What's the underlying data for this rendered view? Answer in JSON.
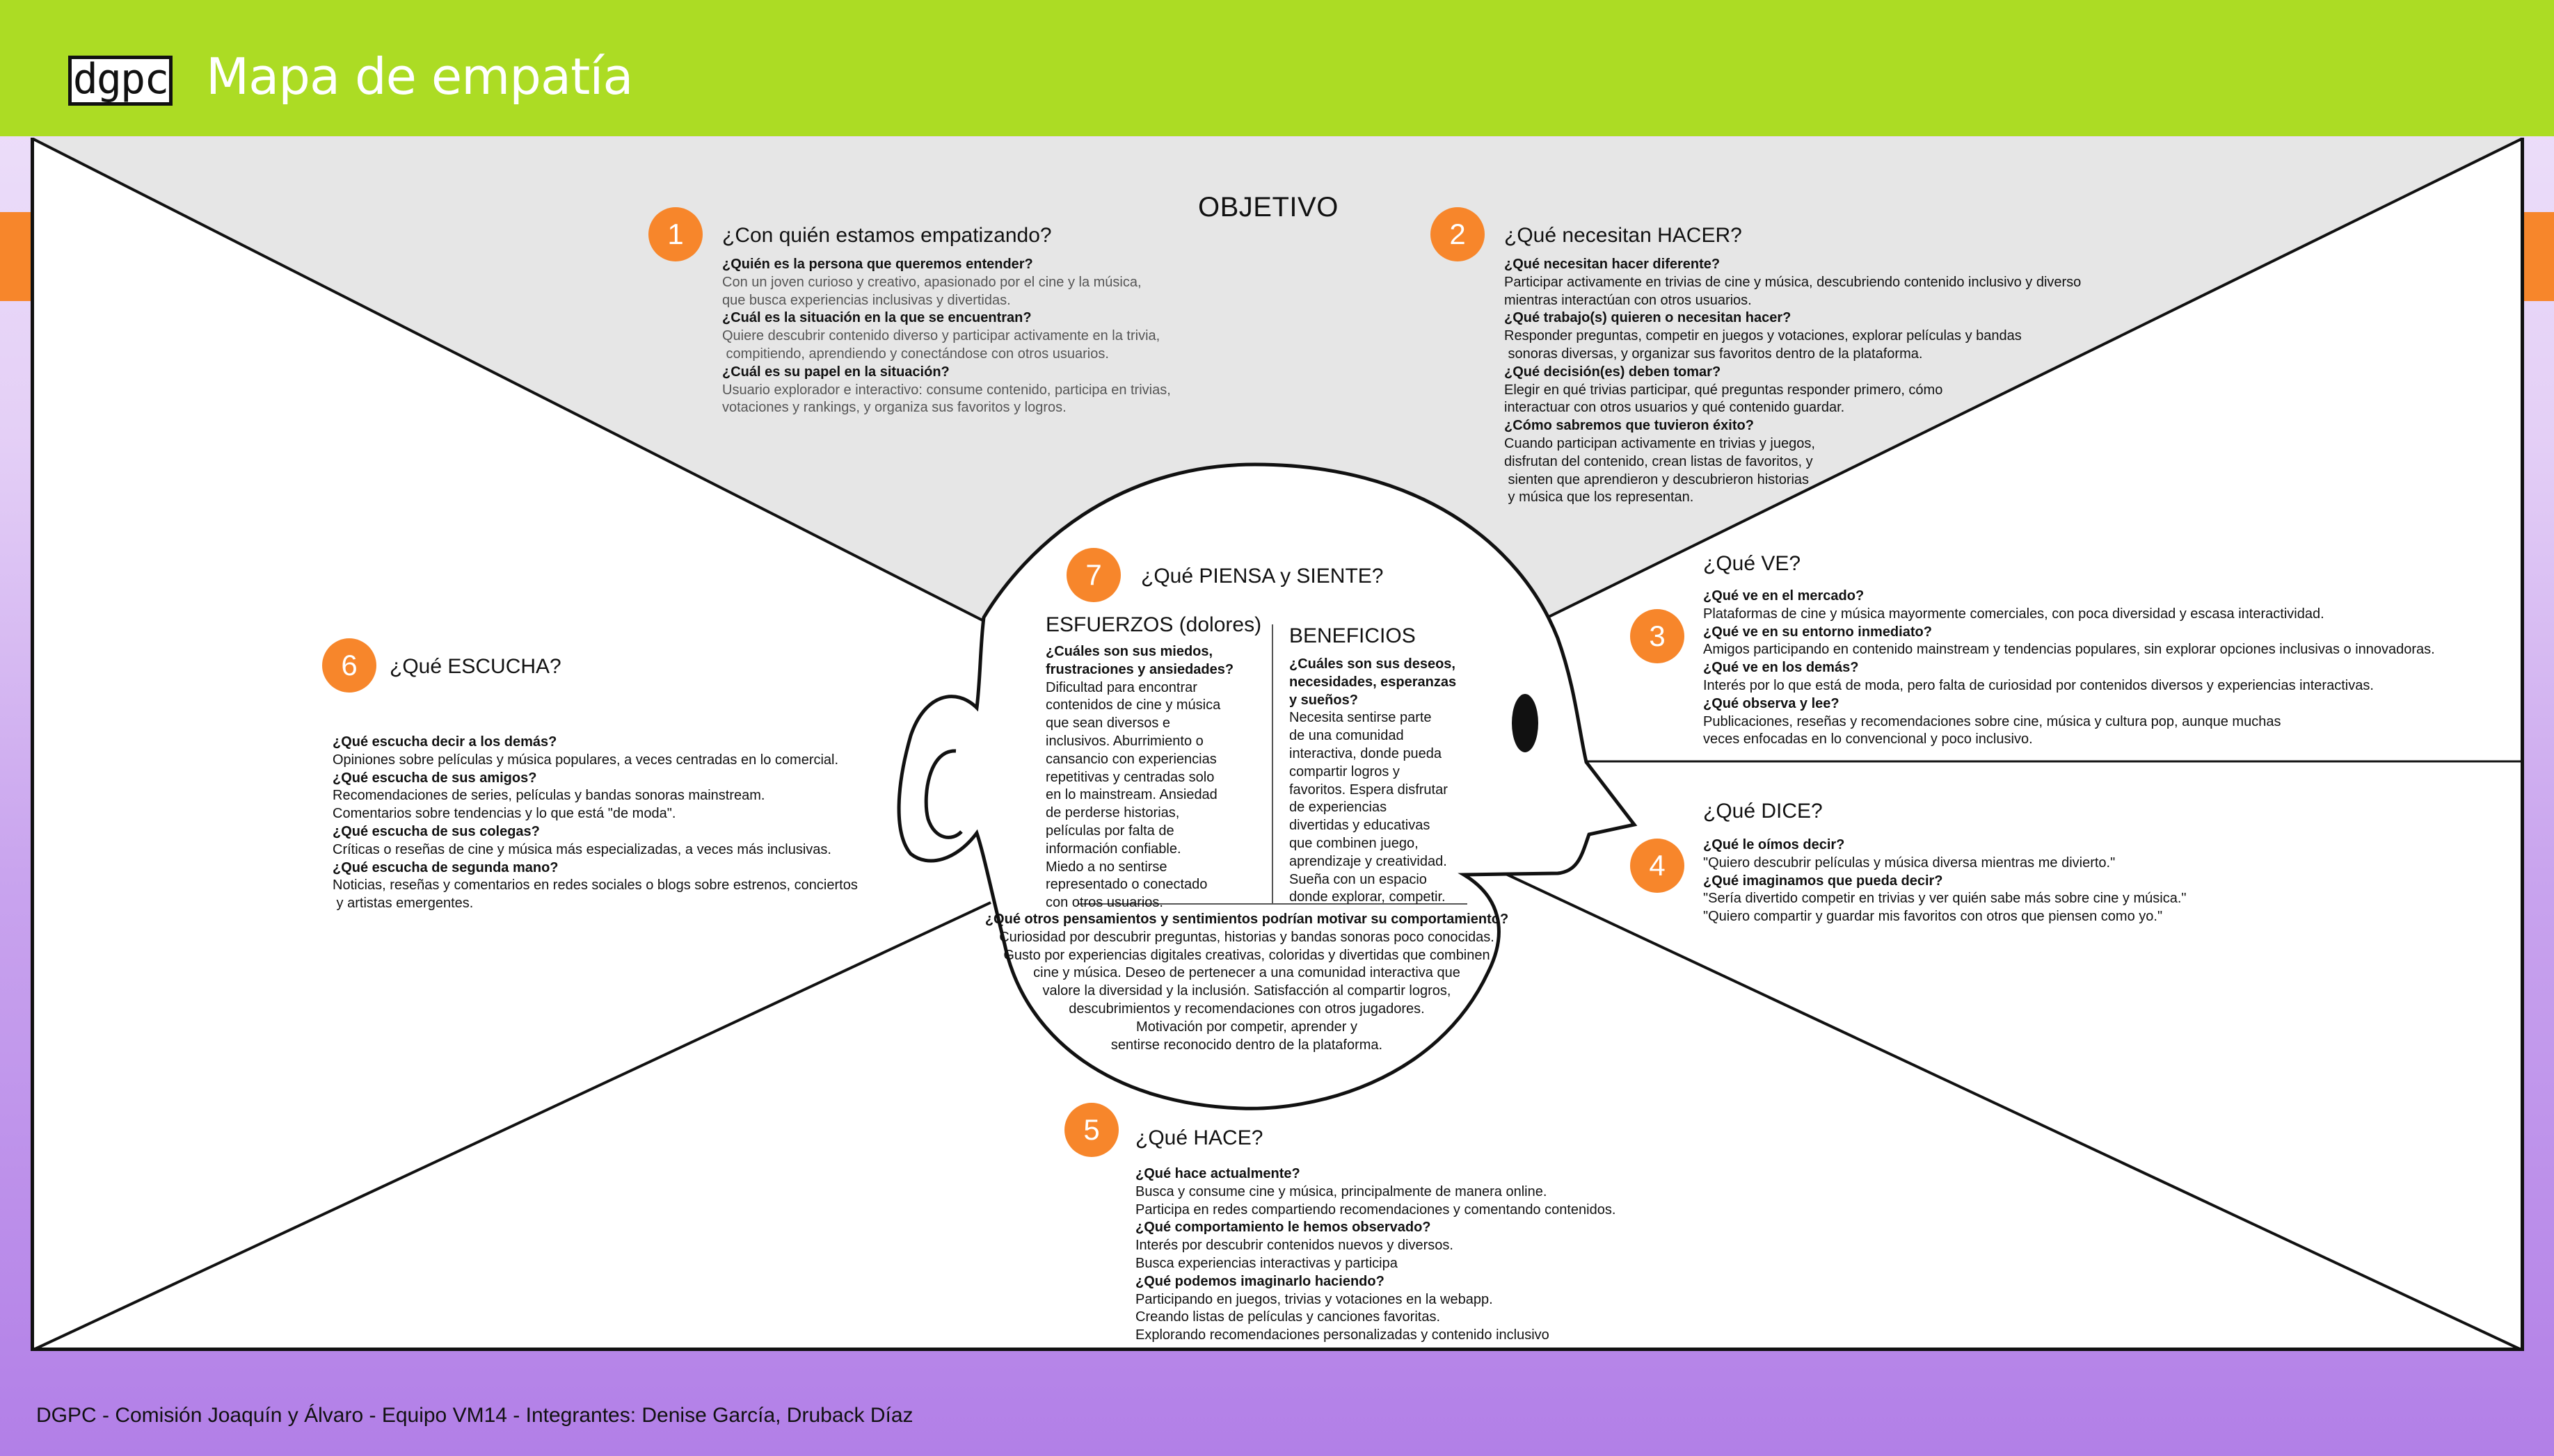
{
  "header": {
    "logo_text": "dgpc",
    "title": "Mapa de empatía"
  },
  "colors": {
    "top_bar": "#acdc24",
    "accent": "#f7862b",
    "gray_zone": "#e6e6e6"
  },
  "objective": {
    "label": "OBJETIVO"
  },
  "sections": {
    "s1": {
      "number": "1",
      "title": "¿Con quién estamos empatizando?",
      "items": [
        {
          "q": "¿Quién es la persona que queremos entender?",
          "a": [
            "Con un joven curioso y creativo, apasionado por el cine y la música,",
            "que busca experiencias inclusivas y divertidas."
          ]
        },
        {
          "q": "¿Cuál es la situación en la que se encuentran?",
          "a": [
            "Quiere descubrir contenido diverso y participar activamente en la trivia,",
            " compitiendo, aprendiendo y conectándose con otros usuarios."
          ]
        },
        {
          "q": "¿Cuál es su papel en la situación?",
          "a": [
            "Usuario explorador e interactivo: consume contenido, participa en trivias,",
            "votaciones y rankings, y organiza sus favoritos y logros."
          ]
        }
      ]
    },
    "s2": {
      "number": "2",
      "title": "¿Qué necesitan HACER?",
      "items": [
        {
          "q": "¿Qué necesitan hacer diferente?",
          "a": [
            "Participar activamente en trivias de cine y música, descubriendo contenido inclusivo y diverso",
            "mientras interactúan con otros usuarios."
          ]
        },
        {
          "q": "¿Qué trabajo(s) quieren o necesitan hacer?",
          "a": [
            "Responder preguntas, competir en juegos y votaciones, explorar películas y bandas",
            " sonoras diversas, y organizar sus favoritos dentro de la plataforma."
          ]
        },
        {
          "q": "¿Qué decisión(es) deben tomar?",
          "a": [
            "Elegir en qué trivias participar, qué preguntas responder primero, cómo",
            "interactuar con otros usuarios y qué contenido guardar."
          ]
        },
        {
          "q": "¿Cómo sabremos que tuvieron éxito?",
          "a": [
            "Cuando participan activamente en trivias y juegos,",
            "disfrutan del contenido, crean listas de favoritos, y",
            " sienten que aprendieron y descubrieron historias",
            " y música que los representan."
          ]
        }
      ]
    },
    "s3": {
      "number": "3",
      "title": "¿Qué VE?",
      "items": [
        {
          "q": "¿Qué ve en el mercado?",
          "a": [
            "Plataformas de cine y música mayormente comerciales, con poca diversidad y escasa interactividad."
          ]
        },
        {
          "q": "¿Qué ve en su entorno inmediato?",
          "a": [
            "Amigos participando en contenido mainstream y tendencias populares, sin explorar opciones inclusivas o innovadoras."
          ]
        },
        {
          "q": "¿Qué ve en los demás?",
          "a": [
            "Interés por lo que está de moda, pero falta de curiosidad por contenidos diversos y experiencias interactivas."
          ]
        },
        {
          "q": "¿Qué observa y lee?",
          "a": [
            "Publicaciones, reseñas y recomendaciones sobre cine, música y cultura pop, aunque muchas",
            "veces enfocadas en lo convencional y poco inclusivo."
          ]
        }
      ]
    },
    "s4": {
      "number": "4",
      "title": "¿Qué DICE?",
      "items": [
        {
          "q": "¿Qué le oímos decir?",
          "a": [
            "\"Quiero descubrir películas y música diversa mientras me divierto.\""
          ]
        },
        {
          "q": "¿Qué imaginamos que pueda decir?",
          "a": [
            "\"Sería divertido competir en trivias y ver quién sabe más sobre cine y música.\"",
            "\"Quiero compartir y guardar mis favoritos con otros que piensen como yo.\""
          ]
        }
      ]
    },
    "s5": {
      "number": "5",
      "title": "¿Qué HACE?",
      "items": [
        {
          "q": "¿Qué hace actualmente?",
          "a": [
            "Busca y consume cine y música, principalmente de manera online.",
            "Participa en redes compartiendo recomendaciones y comentando contenidos."
          ]
        },
        {
          "q": "¿Qué comportamiento le hemos observado?",
          "a": [
            "Interés por descubrir contenidos nuevos y diversos.",
            "Busca experiencias interactivas y participa"
          ]
        },
        {
          "q": "¿Qué podemos imaginarlo haciendo?",
          "a": [
            "Participando en juegos, trivias y votaciones en la webapp.",
            "Creando listas de películas y canciones favoritas.",
            "Explorando recomendaciones personalizadas y contenido inclusivo"
          ]
        }
      ]
    },
    "s6": {
      "number": "6",
      "title": "¿Qué ESCUCHA?",
      "items": [
        {
          "q": "¿Qué escucha decir a los demás?",
          "a": [
            "Opiniones sobre películas y música populares, a veces centradas en lo comercial."
          ]
        },
        {
          "q": "¿Qué escucha de sus amigos?",
          "a": [
            "Recomendaciones de series, películas y bandas sonoras mainstream.",
            "Comentarios sobre tendencias y lo que está \"de moda\"."
          ]
        },
        {
          "q": "¿Qué escucha de sus colegas?",
          "a": [
            "Críticas o reseñas de cine y música más especializadas, a veces más inclusivas."
          ]
        },
        {
          "q": "¿Qué escucha de segunda mano?",
          "a": [
            "Noticias, reseñas y comentarios en redes sociales o blogs sobre estrenos, conciertos",
            " y artistas emergentes."
          ]
        }
      ]
    },
    "s7": {
      "number": "7",
      "title": "¿Qué PIENSA y SIENTE?",
      "pains": {
        "title": "ESFUERZOS (dolores)",
        "q": [
          "¿Cuáles son sus miedos,",
          "frustraciones y ansiedades?"
        ],
        "a": [
          "Dificultad para encontrar",
          "contenidos de cine y música",
          "que sean diversos e",
          "inclusivos. Aburrimiento o",
          "cansancio con experiencias",
          "repetitivas y centradas solo",
          "en lo mainstream. Ansiedad",
          "de perderse historias,",
          "películas por falta de",
          "información confiable.",
          "Miedo a no sentirse",
          "representado o conectado",
          "con otros usuarios."
        ]
      },
      "gains": {
        "title": "BENEFICIOS",
        "q": [
          "¿Cuáles son sus deseos,",
          "necesidades, esperanzas",
          "y sueños?"
        ],
        "a": [
          "Necesita sentirse parte",
          "de una comunidad",
          "interactiva, donde pueda",
          "compartir logros y",
          "favoritos. Espera disfrutar",
          "de experiencias",
          "divertidas y educativas",
          "que combinen juego,",
          "aprendizaje y creatividad.",
          "Sueña con un espacio",
          "donde explorar, competir."
        ]
      },
      "other": {
        "q": "¿Qué otros pensamientos y sentimientos podrían motivar su comportamiento?",
        "a": [
          "Curiosidad por descubrir preguntas, historias y bandas sonoras poco conocidas.",
          "Gusto por experiencias digitales creativas, coloridas y divertidas que combinen",
          "cine y música. Deseo de pertenecer a una comunidad interactiva que",
          "valore la diversidad y la inclusión. Satisfacción al compartir logros,",
          "descubrimientos y recomendaciones con otros jugadores.",
          "Motivación por competir, aprender y",
          "sentirse reconocido dentro de la plataforma."
        ]
      }
    }
  },
  "footer": {
    "text": "DGPC - Comisión Joaquín y Álvaro - Equipo VM14 - Integrantes: Denise García, Druback Díaz"
  }
}
